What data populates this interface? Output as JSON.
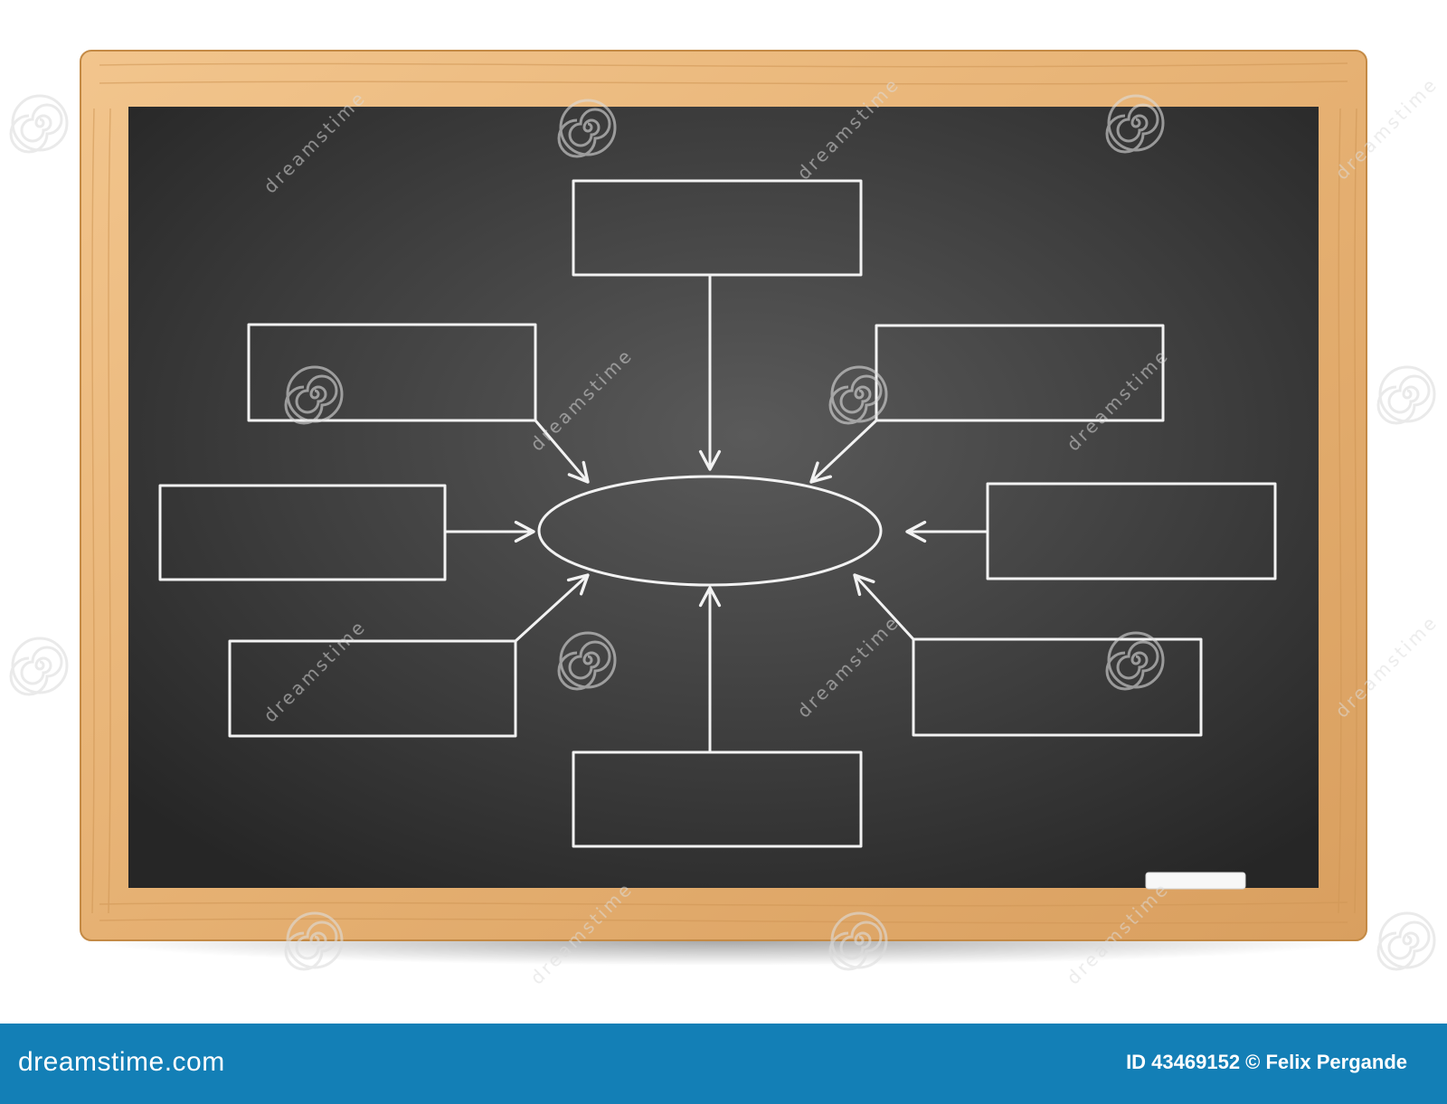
{
  "watermark": {
    "text": "dreamstime",
    "icon": "spiral-watermark-icon"
  },
  "footer": {
    "brand": "dreamstime.com",
    "credit": "ID 43469152 © Felix Pergande"
  },
  "colors": {
    "frame_wood": "#e9b97e",
    "frame_edge": "#c48a45",
    "board": "#3c3c3c",
    "chalk": "#f2f2f2",
    "footer_bg": "#137fb6"
  }
}
